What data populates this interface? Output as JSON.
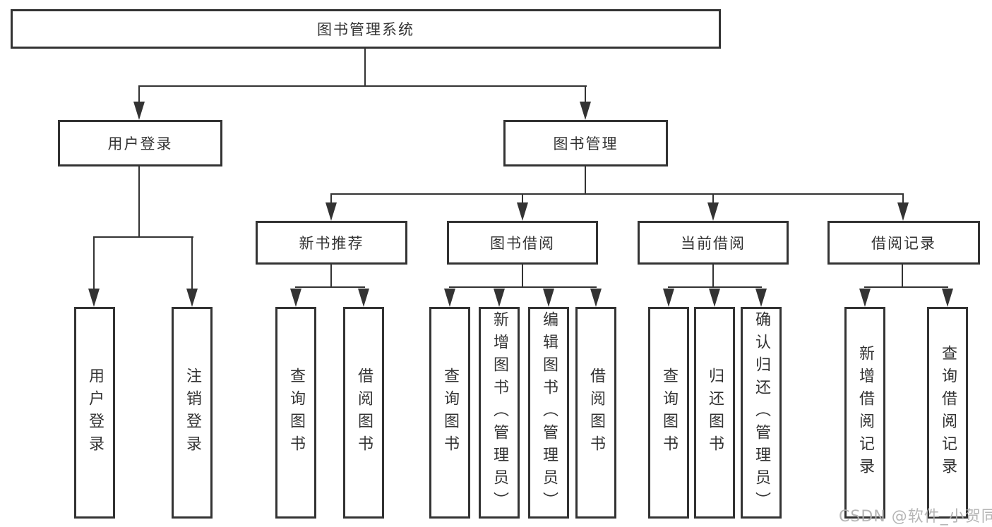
{
  "diagram": {
    "root": "图书管理系统",
    "level1": [
      "用户登录",
      "图书管理"
    ],
    "level2": [
      "新书推荐",
      "图书借阅",
      "当前借阅",
      "借阅记录"
    ],
    "leaves": {
      "user_login": [
        "用户登录",
        "注销登录"
      ],
      "new_book_recommend": [
        "查询图书",
        "借阅图书"
      ],
      "book_borrowing": [
        "查询图书",
        "新增图书（管理员）",
        "编辑图书（管理员）",
        "借阅图书"
      ],
      "current_borrowing": [
        "查询图书",
        "归还图书",
        "确认归还（管理员）"
      ],
      "borrow_records": [
        "新增借阅记录",
        "查询借阅记录"
      ]
    },
    "colors": {
      "line": "#333333",
      "text": "#333333",
      "background": "#ffffff",
      "watermark": "#afafaf"
    },
    "watermark": "CSDN @软件_小贺同学"
  }
}
